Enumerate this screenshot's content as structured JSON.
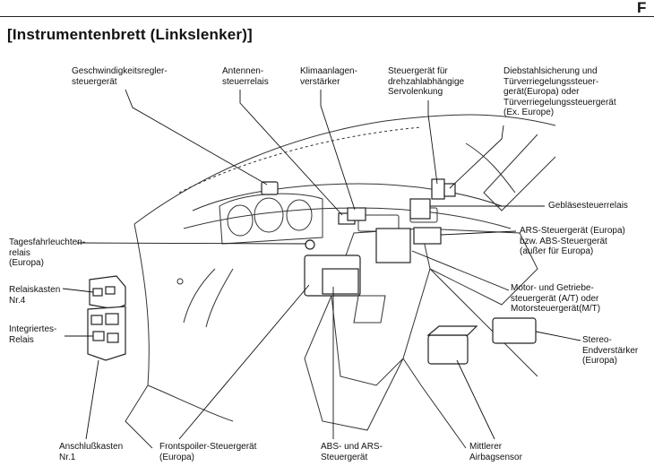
{
  "header": {
    "page_letter": "F",
    "title": "[Instrumentenbrett (Linkslenker)]"
  },
  "labels": {
    "speed_control": "Geschwindigkeitsregler-\nsteuergerät",
    "antenna_relay": "Antennen-\nsteuerrelais",
    "ac_amplifier": "Klimaanlagen-\nverstärker",
    "power_steering": "Steuergerät für\ndrehzahlabhängige\nServolenkung",
    "theft_door_lock": "Diebstahlsicherung und\nTürverriegelungssteuer-\ngerät(Europa) oder\nTürverriegelungssteuergerät\n(Ex. Europe)",
    "blower_relay": "Gebläsesteuerrelais",
    "ars_abs": "ARS-Steuergerät (Europa)\nbzw. ABS-Steuergerät\n(außer für Europa)",
    "engine_trans": "Motor- und Getriebe-\nsteuergerät (A/T) oder\nMotorsteuergerät(M/T)",
    "stereo_amp": "Stereo-\nEndverstärker\n(Europa)",
    "daytime_relay": "Tagesfahrleuchten-\nrelais\n(Europa)",
    "relay_box": "Relaiskasten\nNr.4",
    "integrated_relay": "Integriertes-\nRelais",
    "junction_box": "Anschlußkasten\nNr.1",
    "front_spoiler": "Frontspoiler-Steuergerät\n(Europa)",
    "abs_ars": "ABS- und ARS-\nSteuergerät",
    "airbag_sensor": "Mittlerer\nAirbagsensor"
  }
}
